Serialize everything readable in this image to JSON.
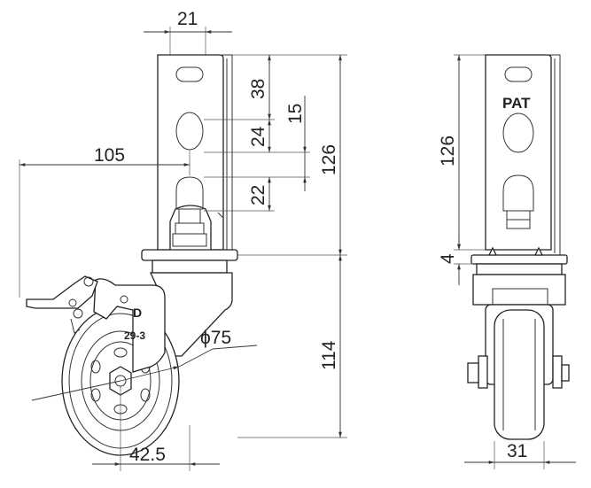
{
  "dimensions": {
    "top_width": "21",
    "d38": "38",
    "d24": "24",
    "d15": "15",
    "d22": "22",
    "height_126_front": "126",
    "reach_105": "105",
    "wheel_dia": "ϕ75",
    "offset_114": "114",
    "offset_42_5": "42.5",
    "height_126_side": "126",
    "plate_4": "4",
    "width_31": "31"
  },
  "labels": {
    "brand_mark": "D",
    "model": "29-3",
    "pat": "PAT"
  }
}
